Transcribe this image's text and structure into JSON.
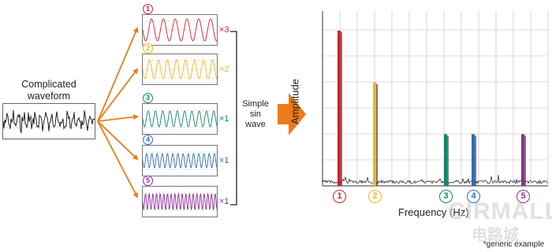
{
  "input": {
    "label_line1": "Complicated",
    "label_line2": "waveform"
  },
  "components": [
    {
      "number": "1",
      "multiplier": "×3",
      "color": "#d3202c"
    },
    {
      "number": "2",
      "multiplier": "×2",
      "color": "#f2b51b"
    },
    {
      "number": "3",
      "multiplier": "×1",
      "color": "#11876a"
    },
    {
      "number": "4",
      "multiplier": "×1",
      "color": "#2e6db4"
    },
    {
      "number": "5",
      "multiplier": "×1",
      "color": "#8e2d9a"
    }
  ],
  "bracket_label": {
    "line1": "Simple",
    "line2": "sin",
    "line3": "wave"
  },
  "arrow_color": "#ef7a1a",
  "spectrum": {
    "ylabel": "Amplitude",
    "xlabel": "Frequency (Hz)",
    "note": "*generic example",
    "peaks": [
      {
        "marker": "1",
        "relative_amplitude": 3
      },
      {
        "marker": "2",
        "relative_amplitude": 2
      },
      {
        "marker": "3",
        "relative_amplitude": 1
      },
      {
        "marker": "4",
        "relative_amplitude": 1
      },
      {
        "marker": "5",
        "relative_amplitude": 1
      }
    ]
  },
  "watermark": {
    "text": "CIRMALL",
    "text_cn": "电路城"
  }
}
